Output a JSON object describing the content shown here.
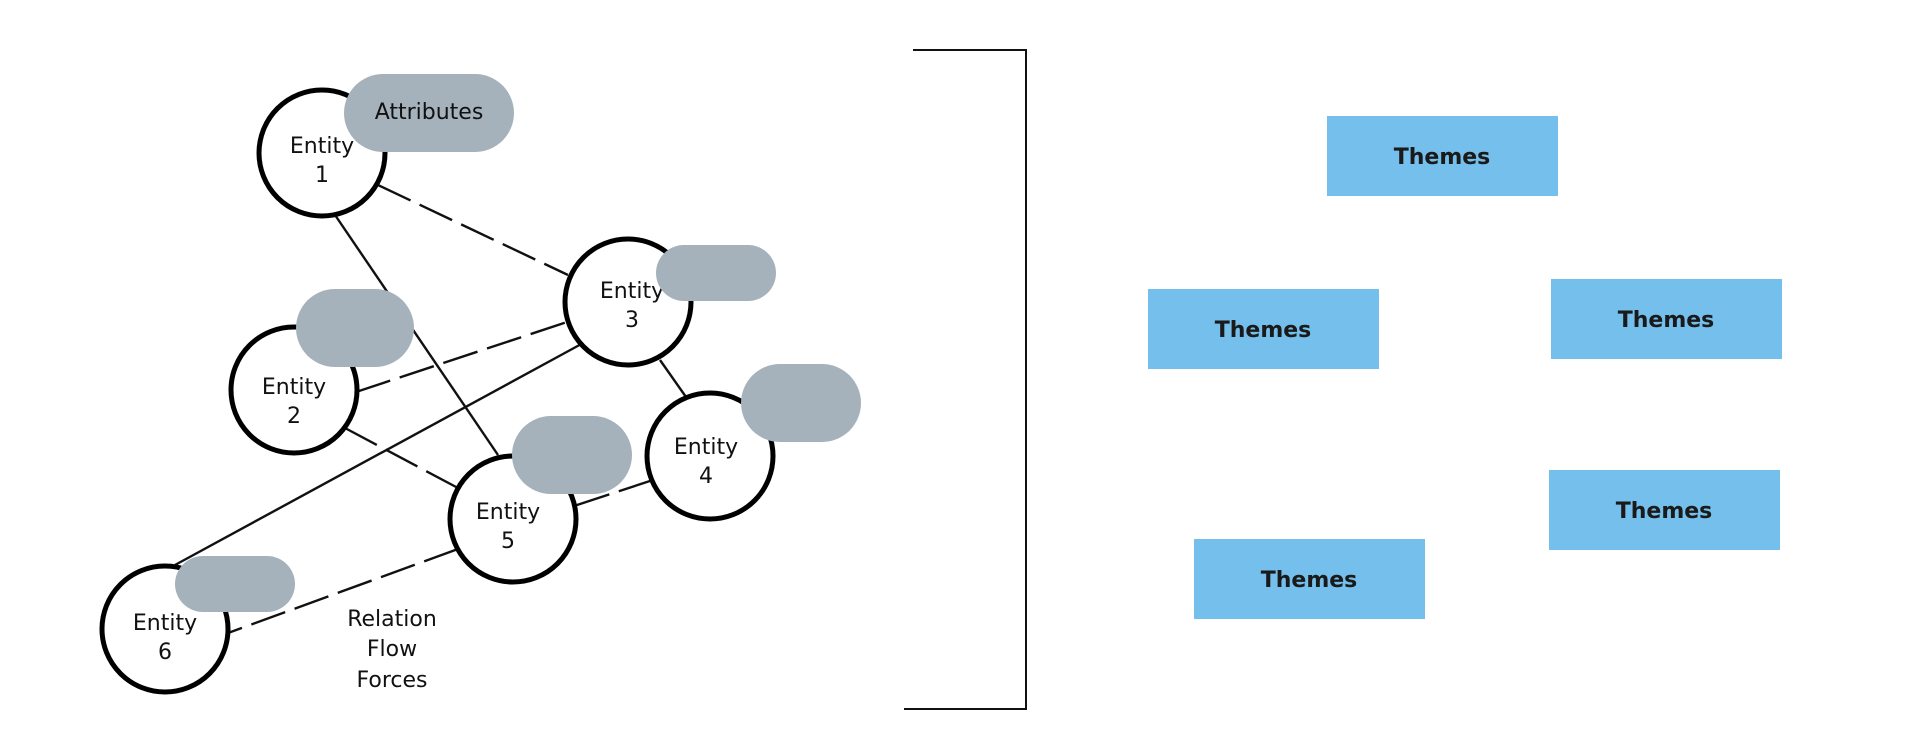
{
  "colors": {
    "attribute_fill": "#a6b2bb",
    "theme_fill": "#74bfeb",
    "stroke": "#000000"
  },
  "entities": [
    {
      "line1": "Entity",
      "line2": "1"
    },
    {
      "line1": "Entity",
      "line2": "2"
    },
    {
      "line1": "Entity",
      "line2": "3"
    },
    {
      "line1": "Entity",
      "line2": "4"
    },
    {
      "line1": "Entity",
      "line2": "5"
    },
    {
      "line1": "Entity",
      "line2": "6"
    }
  ],
  "attributes": [
    {
      "label": "Attributes"
    },
    {
      "label": ""
    },
    {
      "label": ""
    },
    {
      "label": ""
    },
    {
      "label": ""
    },
    {
      "label": ""
    }
  ],
  "relation_note": {
    "line1": "Relation",
    "line2": "Flow",
    "line3": "Forces"
  },
  "themes": [
    {
      "label": "Themes"
    },
    {
      "label": "Themes"
    },
    {
      "label": "Themes"
    },
    {
      "label": "Themes"
    },
    {
      "label": "Themes"
    }
  ]
}
